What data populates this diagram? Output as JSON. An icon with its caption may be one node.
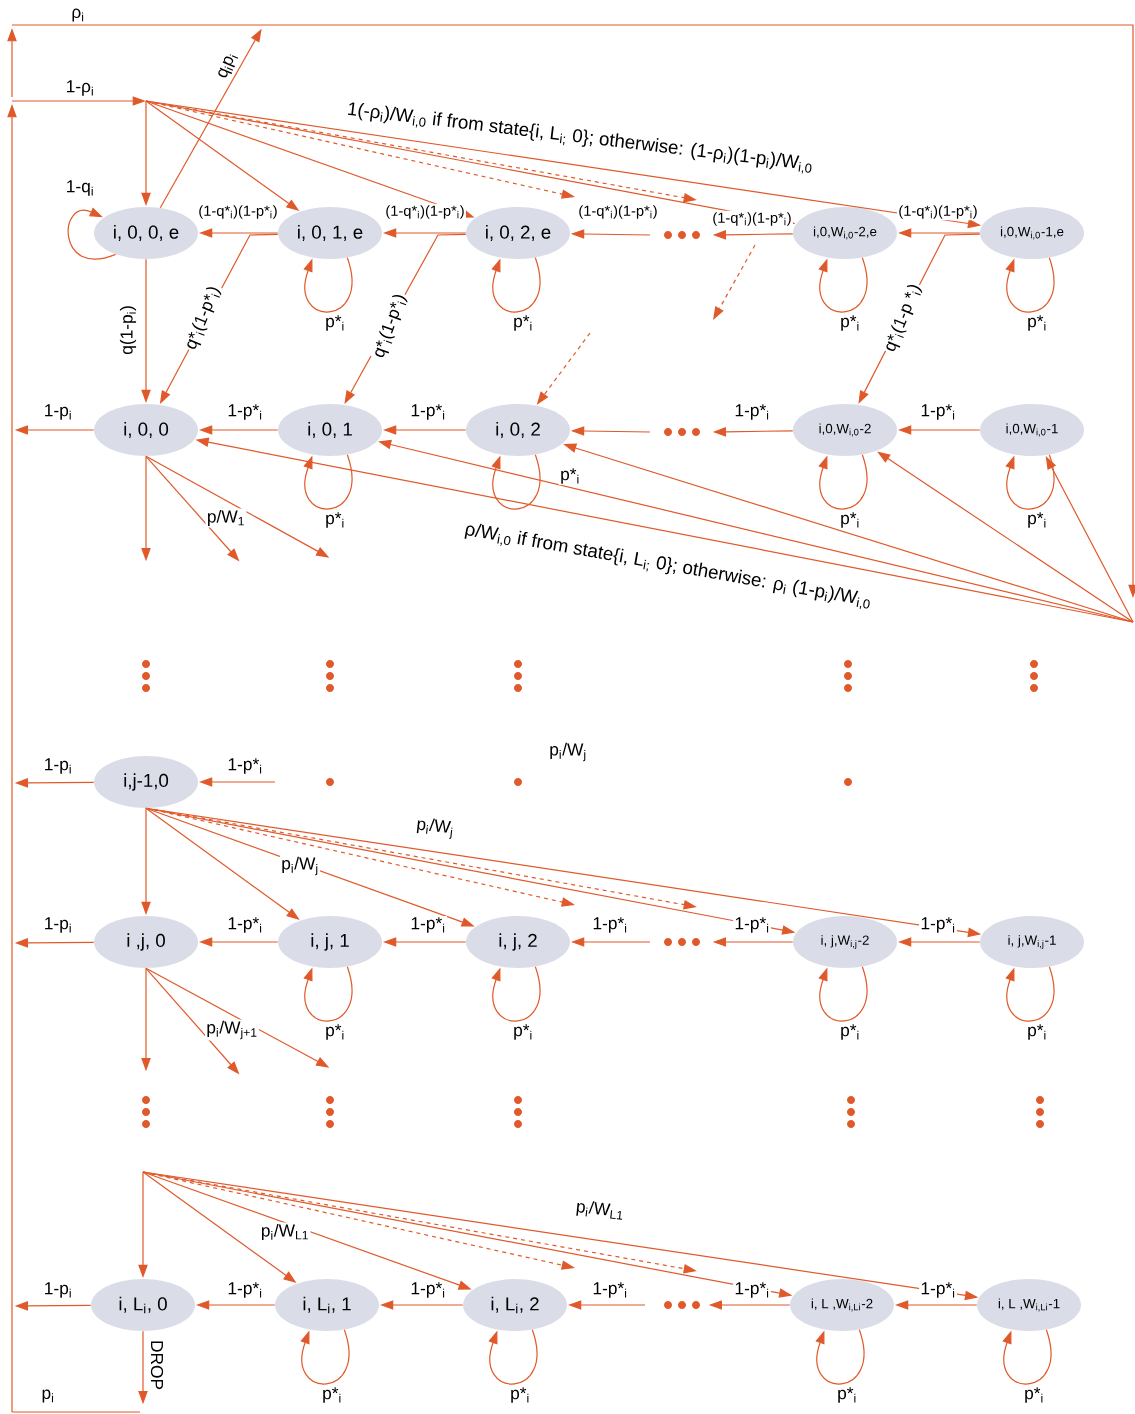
{
  "diagram": {
    "nodes": [
      {
        "text": [
          "i, 0, 0, e"
        ]
      },
      {
        "text": [
          "i, 0, 1, e"
        ]
      },
      {
        "text": [
          "i, 0, 2, e"
        ]
      },
      {
        "text": [
          "i,0,W$_{i,0}$-2,e"
        ]
      },
      {
        "text": [
          "i,0,W$_{i,0}$-1,e"
        ]
      },
      {
        "text": [
          "i, 0, 0"
        ]
      },
      {
        "text": [
          "i, 0, 1"
        ]
      },
      {
        "text": [
          "i, 0, 2"
        ]
      },
      {
        "text": [
          "i,0,W$_{i,0}$-2"
        ]
      },
      {
        "text": [
          "i,0,W$_{i,0}$-1"
        ]
      },
      {
        "text": [
          "i,j-1,0"
        ]
      },
      {
        "text": [
          "i ,j, 0"
        ]
      },
      {
        "text": [
          "i, j, 1"
        ]
      },
      {
        "text": [
          "i, j, 2"
        ]
      },
      {
        "text": [
          "i, j,W$_{i,j}$-2"
        ]
      },
      {
        "text": [
          "i, j,W$_{i,j}$-1"
        ]
      },
      {
        "text": [
          "i, L$_{i}$, 0"
        ]
      },
      {
        "text": [
          "i, L$_{i}$, 1"
        ]
      },
      {
        "text": [
          "i, L$_{i}$, 2"
        ]
      },
      {
        "text": [
          "i, L ,W$_{i,Li}$-2"
        ]
      },
      {
        "text": [
          "i, L ,W$_{i,Li}$-1"
        ]
      }
    ],
    "edges": [
      {
        "from": 0,
        "to": 0,
        "arrow": "to",
        "label": "1-q$_{i}$"
      },
      {
        "from": 1,
        "to": 0,
        "arrow": "to",
        "label": "(1-q*$_{i}$)(1-p*$_{i}$)"
      },
      {
        "from": 2,
        "to": 1,
        "arrow": "to",
        "label": "(1-q*$_{i}$)(1-p*$_{i}$)"
      },
      {
        "from": null,
        "to": 2,
        "arrow": "to",
        "label": "(1-q*$_{i}$)(1-p*$_{i}$)"
      },
      {
        "from": 3,
        "to": null,
        "arrow": "to",
        "label": "(1-q*$_{i}$)(1-p*$_{i}$)"
      },
      {
        "from": 4,
        "to": 3,
        "arrow": "to",
        "label": "(1-q*$_{i}$)(1-p*$_{i}$)"
      },
      {
        "from": 1,
        "to": 1,
        "arrow": "to",
        "label": "p*$_{i}$"
      },
      {
        "from": 2,
        "to": 2,
        "arrow": "to",
        "label": "p*$_{i}$"
      },
      {
        "from": 3,
        "to": 3,
        "arrow": "to",
        "label": "p*$_{i}$"
      },
      {
        "from": 4,
        "to": 4,
        "arrow": "to",
        "label": "p*$_{i}$"
      },
      {
        "from": 0,
        "to": null,
        "arrow": "to",
        "label": "q$_{i}$p$_{i}$"
      },
      {
        "from": 0,
        "to": 5,
        "arrow": "to",
        "label": "q(1-p$_{i}$)"
      },
      {
        "from": 1,
        "to": 5,
        "arrow": "to",
        "label": "q*$_{i}$(1-p*$_{i}$)"
      },
      {
        "from": 2,
        "to": 6,
        "arrow": "to",
        "label": "q*$_{i}$(1-p*$_{i}$)"
      },
      {
        "from": 4,
        "to": 8,
        "arrow": "to",
        "label": "q*$_{i}$(1-p *$_{i}$)"
      },
      {
        "from": null,
        "to": 0,
        "arrow": "to"
      },
      {
        "from": null,
        "to": 1,
        "arrow": "to"
      },
      {
        "from": null,
        "to": 2,
        "arrow": "to"
      },
      {
        "from": null,
        "to": 3,
        "arrow": "to"
      },
      {
        "from": null,
        "to": 4,
        "arrow": "to",
        "label": "1(-ρ$_{i}$)/W$_{i,0}$ if from state{i, L$_{i;}$ 0}; otherwise: (1-ρ$_{i}$)(1-p$_{i}$)/W$_{i,0}$"
      },
      {
        "from": 5,
        "to": null,
        "arrow": "to",
        "label": "1-p$_{i}$"
      },
      {
        "from": 6,
        "to": 5,
        "arrow": "to",
        "label": "1-p*$_{i}$"
      },
      {
        "from": 7,
        "to": 6,
        "arrow": "to",
        "label": "1-p*$_{i}$"
      },
      {
        "from": null,
        "to": 7,
        "arrow": "to"
      },
      {
        "from": 8,
        "to": null,
        "arrow": "to",
        "label": "1-p*$_{i}$"
      },
      {
        "from": 9,
        "to": 8,
        "arrow": "to",
        "label": "1-p*$_{i}$"
      },
      {
        "from": 6,
        "to": 6,
        "arrow": "to",
        "label": "p*$_{i}$"
      },
      {
        "from": 7,
        "to": 7,
        "arrow": "to",
        "label": "p*$_{i}$"
      },
      {
        "from": 8,
        "to": 8,
        "arrow": "to",
        "label": "p*$_{i}$"
      },
      {
        "from": 9,
        "to": 9,
        "arrow": "to",
        "label": "p*$_{i}$"
      },
      {
        "from": null,
        "to": 5,
        "arrow": "to",
        "label": "ρ/W$_{i,0}$ if from state{i, L$_{i;}$ 0}; otherwise: ρ$_{i}$ (1-p$_{i}$)/W$_{i,0}$"
      },
      {
        "from": null,
        "to": 6,
        "arrow": "to"
      },
      {
        "from": null,
        "to": 7,
        "arrow": "to"
      },
      {
        "from": null,
        "to": 8,
        "arrow": "to"
      },
      {
        "from": null,
        "to": 9,
        "arrow": "to"
      },
      {
        "from": 5,
        "to": null,
        "arrow": "to"
      },
      {
        "from": 5,
        "to": null,
        "arrow": "to",
        "label": "p/W$_{1}$"
      },
      {
        "from": 5,
        "to": null,
        "arrow": "to"
      },
      {
        "from": 10,
        "to": null,
        "arrow": "to",
        "label": "1-p$_{i}$"
      },
      {
        "from": null,
        "to": 10,
        "arrow": "to",
        "label": "1-p*$_{i}$"
      },
      {
        "from": 10,
        "to": 11,
        "arrow": "to"
      },
      {
        "from": 10,
        "to": 12,
        "arrow": "to",
        "label": "p$_{i}$/W$_{j}$"
      },
      {
        "from": 10,
        "to": 13,
        "arrow": "to"
      },
      {
        "from": 10,
        "to": 14,
        "arrow": "to"
      },
      {
        "from": 10,
        "to": 15,
        "arrow": "to",
        "label": "p$_{i}$/W$_{j}$"
      },
      {
        "from": 11,
        "to": null,
        "arrow": "to",
        "label": "1-p$_{i}$"
      },
      {
        "from": 12,
        "to": 11,
        "arrow": "to",
        "label": "1-p*$_{i}$"
      },
      {
        "from": 13,
        "to": 12,
        "arrow": "to",
        "label": "1-p*$_{i}$"
      },
      {
        "from": null,
        "to": 13,
        "arrow": "to",
        "label": "1-p*$_{i}$"
      },
      {
        "from": 14,
        "to": null,
        "arrow": "to",
        "label": "1-p*$_{i}$"
      },
      {
        "from": 15,
        "to": 14,
        "arrow": "to",
        "label": "1-p*$_{i}$"
      },
      {
        "from": 12,
        "to": 12,
        "arrow": "to",
        "label": "p*$_{i}$"
      },
      {
        "from": 13,
        "to": 13,
        "arrow": "to",
        "label": "p*$_{i}$"
      },
      {
        "from": 14,
        "to": 14,
        "arrow": "to",
        "label": "p*$_{i}$"
      },
      {
        "from": 15,
        "to": 15,
        "arrow": "to",
        "label": "p*$_{i}$"
      },
      {
        "from": 11,
        "to": null,
        "arrow": "to"
      },
      {
        "from": 11,
        "to": null,
        "arrow": "to",
        "label": "p$_{i}$/W$_{j+1}$"
      },
      {
        "from": 11,
        "to": null,
        "arrow": "to"
      },
      {
        "from": null,
        "to": 16,
        "arrow": "to"
      },
      {
        "from": null,
        "to": 17,
        "arrow": "to",
        "label": "p$_{i}$/W$_{L1}$"
      },
      {
        "from": null,
        "to": 18,
        "arrow": "to"
      },
      {
        "from": null,
        "to": 19,
        "arrow": "to"
      },
      {
        "from": null,
        "to": 20,
        "arrow": "to",
        "label": "p$_{i}$/W$_{L1}$"
      },
      {
        "from": 16,
        "to": null,
        "arrow": "to",
        "label": "1-p$_{i}$"
      },
      {
        "from": 17,
        "to": 16,
        "arrow": "to",
        "label": "1-p*$_{i}$"
      },
      {
        "from": 18,
        "to": 17,
        "arrow": "to",
        "label": "1-p*$_{i}$"
      },
      {
        "from": null,
        "to": 18,
        "arrow": "to",
        "label": "1-p*$_{i}$"
      },
      {
        "from": 19,
        "to": null,
        "arrow": "to",
        "label": "1-p*$_{i}$"
      },
      {
        "from": 20,
        "to": 19,
        "arrow": "to",
        "label": "1-p*$_{i}$"
      },
      {
        "from": 17,
        "to": 17,
        "arrow": "to",
        "label": "p*$_{i}$"
      },
      {
        "from": 18,
        "to": 18,
        "arrow": "to",
        "label": "p*$_{i}$"
      },
      {
        "from": 19,
        "to": 19,
        "arrow": "to",
        "label": "p*$_{i}$"
      },
      {
        "from": 20,
        "to": 20,
        "arrow": "to",
        "label": "p*$_{i}$"
      },
      {
        "from": 16,
        "to": null,
        "arrow": "to",
        "label": "DROP"
      },
      {
        "from": null,
        "to": 7,
        "arrow": "to",
        "style": "dashed"
      }
    ],
    "labels": [
      "ρ$_{i}$",
      "1-ρ$_{i}$",
      "p$_{i}$/W$_{j}$",
      "p$_{i}$"
    ]
  }
}
